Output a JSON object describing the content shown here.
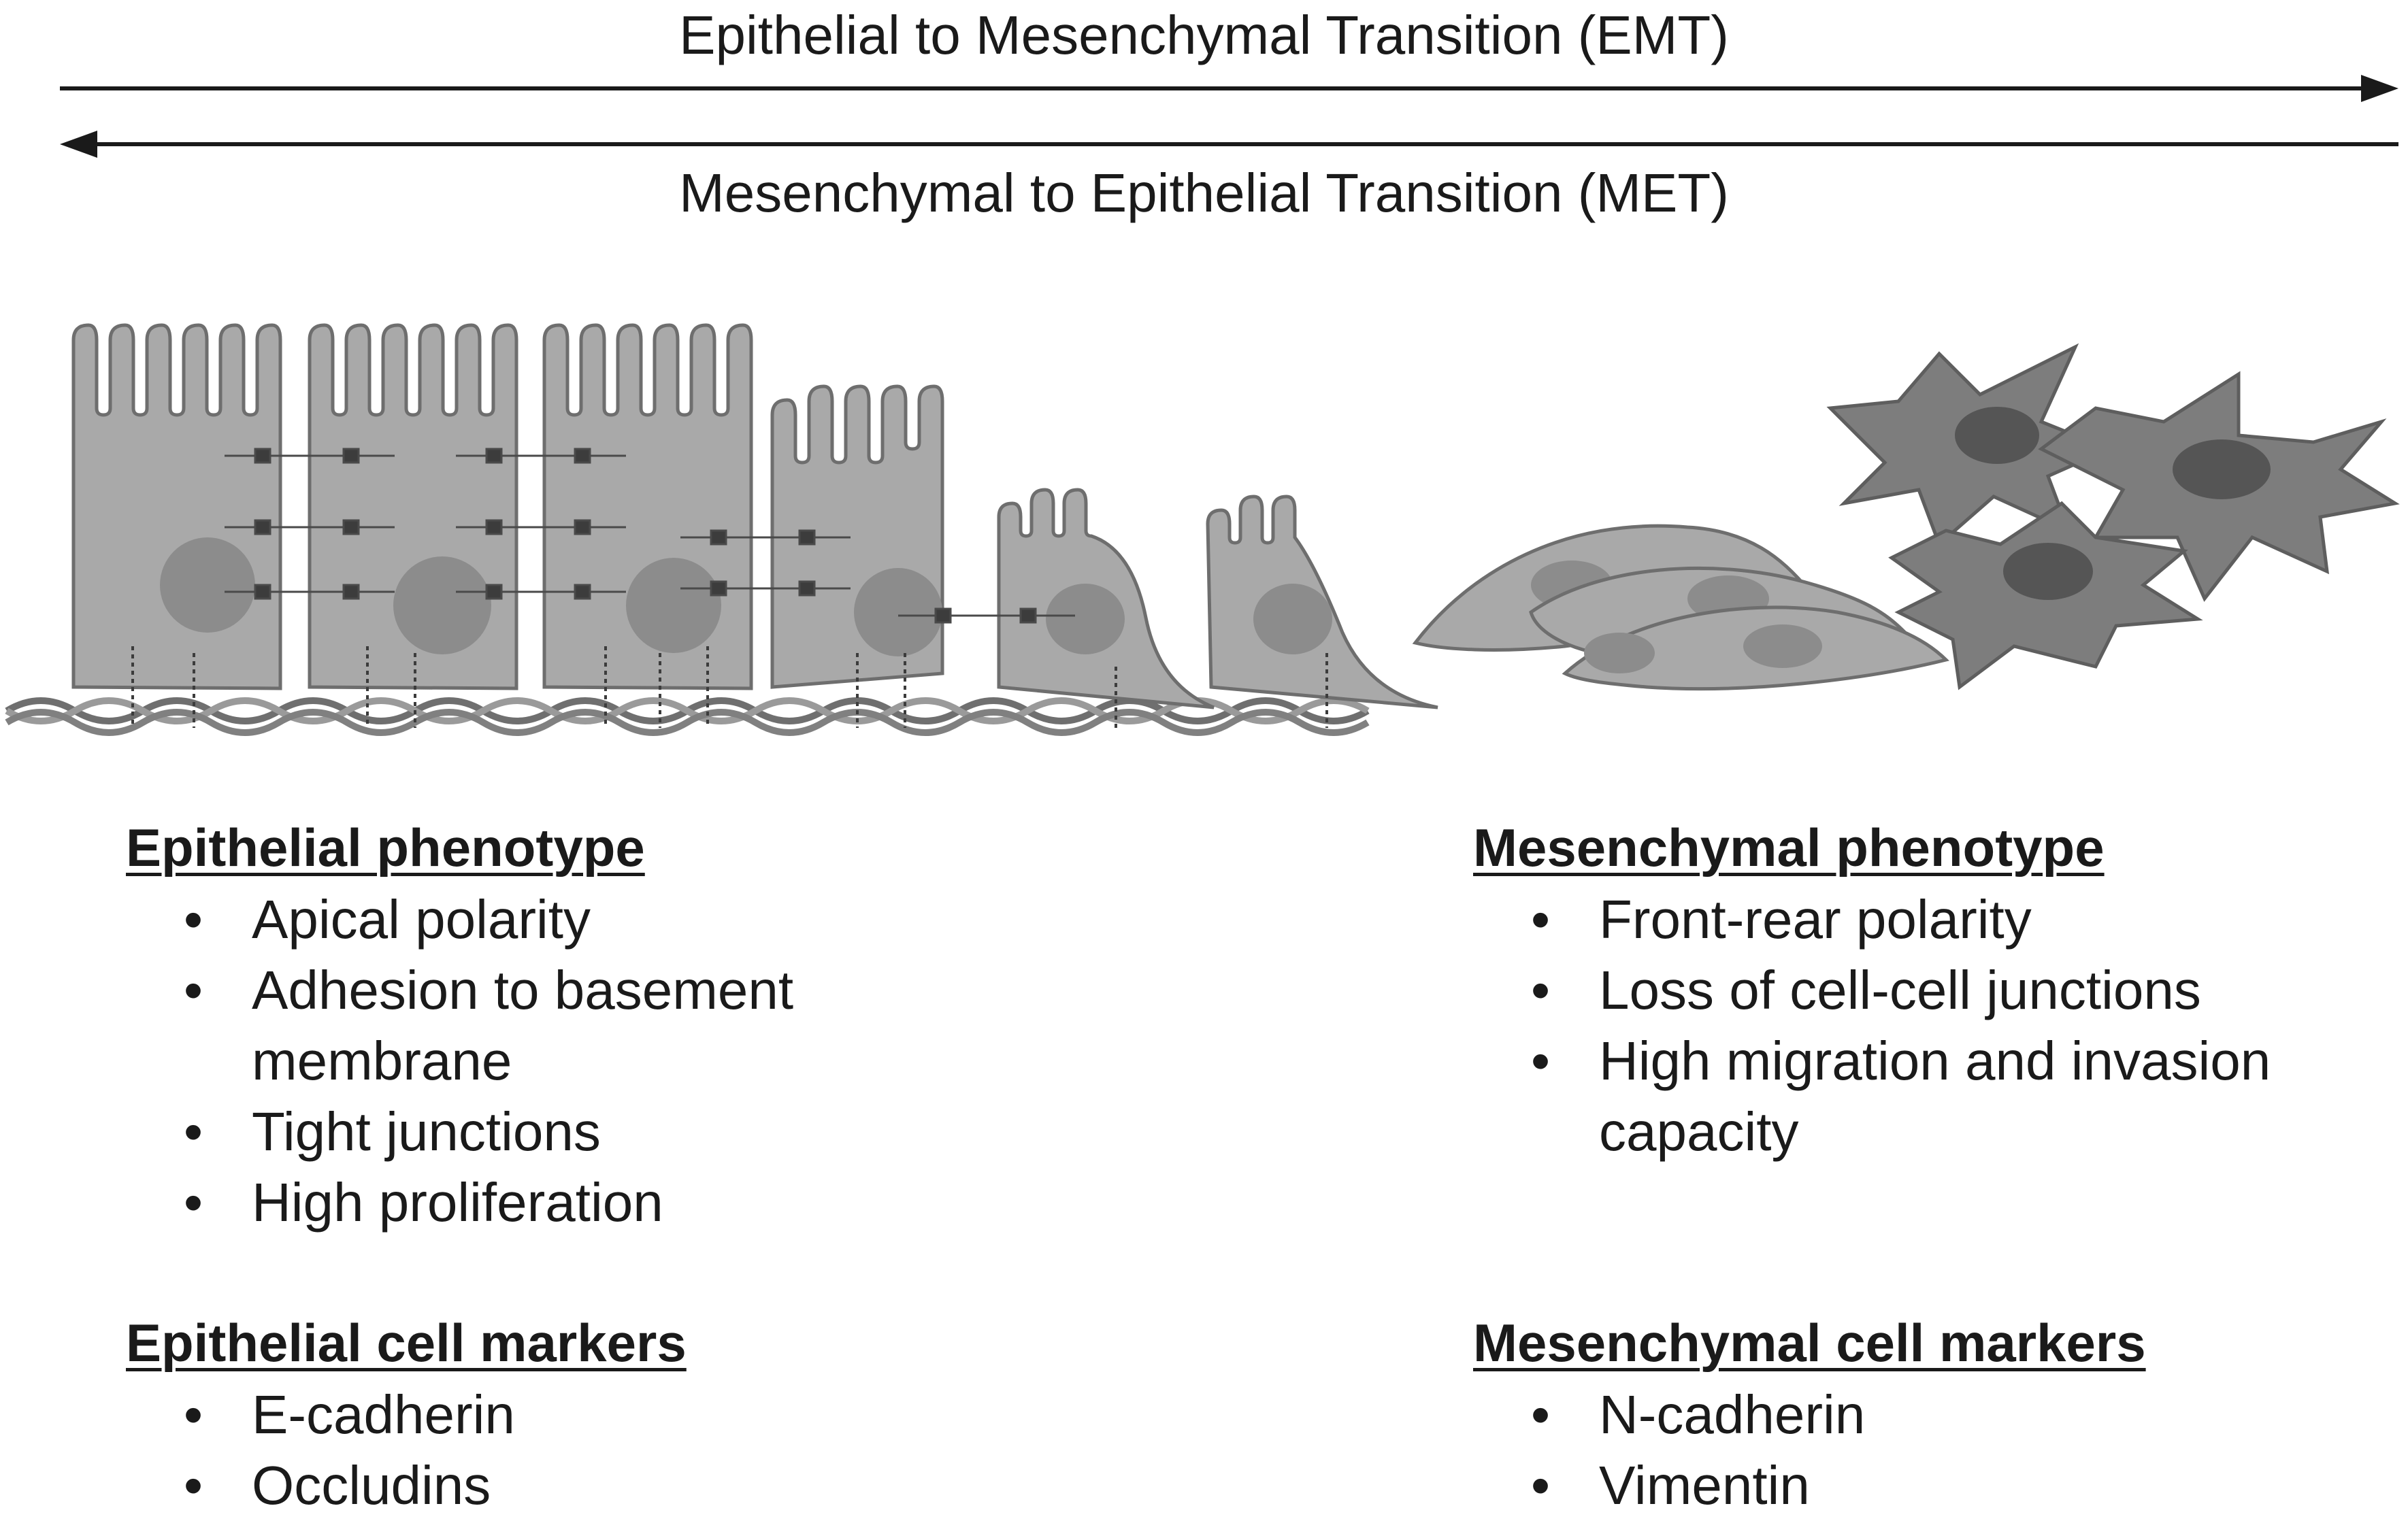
{
  "arrows": {
    "emt_label": "Epithelial to Mesenchymal Transition (EMT)",
    "met_label": "Mesenchymal to Epithelial Transition (MET)"
  },
  "epithelial_phenotype": {
    "heading": "Epithelial phenotype",
    "items": [
      "Apical polarity",
      "Adhesion to basement membrane",
      "Tight junctions",
      "High proliferation"
    ]
  },
  "mesenchymal_phenotype": {
    "heading": "Mesenchymal phenotype",
    "items": [
      "Front-rear polarity",
      "Loss of cell-cell junctions",
      "High migration and invasion capacity"
    ]
  },
  "epithelial_markers": {
    "heading": "Epithelial cell markers",
    "items": [
      "E-cadherin",
      "Occludins"
    ]
  },
  "mesenchymal_markers": {
    "heading": "Mesenchymal cell markers",
    "items": [
      "N-cadherin",
      "Vimentin"
    ]
  },
  "colors": {
    "cell_fill": "#a9a9a9",
    "cell_stroke": "#6e6e6e",
    "nucleus": "#8c8c8c",
    "dark_nucleus": "#555555",
    "mesenchymal_fill": "#7d7d7d",
    "arrow": "#1a1a1a"
  }
}
